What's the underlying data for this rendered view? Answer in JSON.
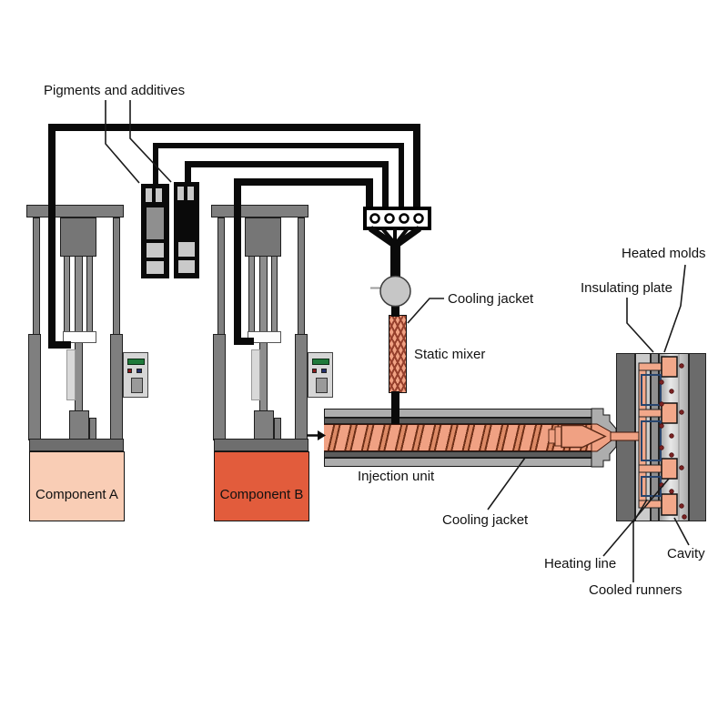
{
  "labels": {
    "pigments": "Pigments and additives",
    "cooling_jacket_top": "Cooling jacket",
    "static_mixer": "Static mixer",
    "heated_molds": "Heated molds",
    "insulating_plate": "Insulating plate",
    "injection_unit": "Injection unit",
    "cooling_jacket_bottom": "Cooling jacket",
    "heating_line": "Heating line",
    "cooled_runners": "Cooled runners",
    "cavity": "Cavity",
    "component_a": "Component A",
    "component_b": "Component B"
  },
  "colors": {
    "component_a_drum": "#F9CDB5",
    "component_b_drum": "#E25C3C",
    "melt_salmon": "#F0A183",
    "cavity_salmon": "#F2A88A",
    "machine_gray": "#7F7F7F",
    "mold_plate_dark": "#6B6B6B",
    "insulating_plate_gray": "#8F8F8F",
    "heating_dot": "#7C2323",
    "cooled_runner_outline": "#27456E",
    "pipe_black": "#0A0A0A",
    "panel_display_green": "#1F7A3A"
  }
}
